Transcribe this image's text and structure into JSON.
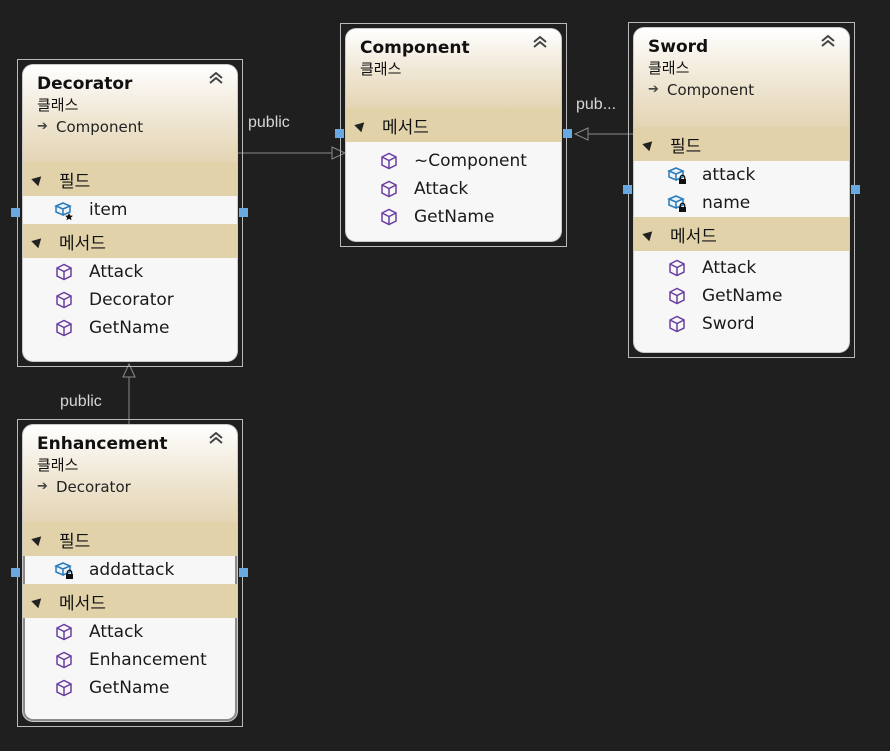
{
  "relationships": [
    {
      "label": "public"
    },
    {
      "label": "pub..."
    },
    {
      "label": "public"
    }
  ],
  "classes": {
    "decorator": {
      "title": "Decorator",
      "stereotype": "클래스",
      "base": "Component",
      "fields_label": "필드",
      "methods_label": "메서드",
      "fields": [
        {
          "name": "item",
          "icon": "field-protected-icon"
        }
      ],
      "methods": [
        {
          "name": "Attack"
        },
        {
          "name": "Decorator"
        },
        {
          "name": "GetName"
        }
      ]
    },
    "component": {
      "title": "Component",
      "stereotype": "클래스",
      "methods_label": "메서드",
      "methods": [
        {
          "name": "~Component"
        },
        {
          "name": "Attack"
        },
        {
          "name": "GetName"
        }
      ]
    },
    "sword": {
      "title": "Sword",
      "stereotype": "클래스",
      "base": "Component",
      "fields_label": "필드",
      "methods_label": "메서드",
      "fields": [
        {
          "name": "attack",
          "icon": "field-private-icon"
        },
        {
          "name": "name",
          "icon": "field-private-icon"
        }
      ],
      "methods": [
        {
          "name": "Attack"
        },
        {
          "name": "GetName"
        },
        {
          "name": "Sword"
        }
      ]
    },
    "enhancement": {
      "title": "Enhancement",
      "stereotype": "클래스",
      "base": "Decorator",
      "fields_label": "필드",
      "methods_label": "메서드",
      "fields": [
        {
          "name": "addattack",
          "icon": "field-private-icon"
        }
      ],
      "methods": [
        {
          "name": "Attack"
        },
        {
          "name": "Enhancement"
        },
        {
          "name": "GetName"
        }
      ]
    }
  },
  "colors": {
    "background": "#1f1f1f",
    "section_header": "#e1d2aa",
    "method_icon": "#6b3fa0",
    "field_icon": "#2b7bb9",
    "handle": "#6aa8e0"
  }
}
